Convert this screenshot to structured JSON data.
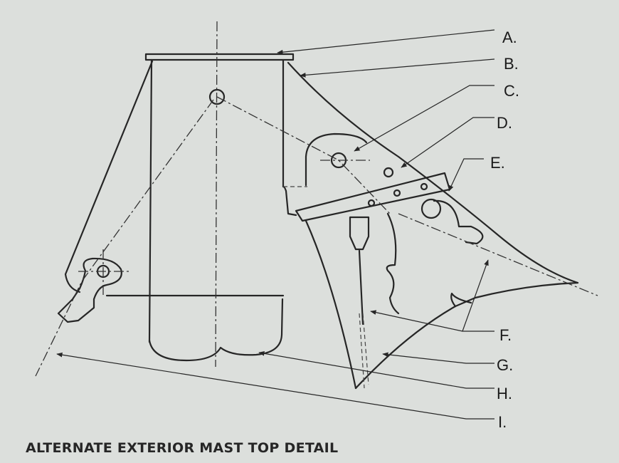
{
  "caption": "ALTERNATE EXTERIOR MAST TOP DETAIL",
  "callouts": [
    {
      "id": "A",
      "text": "A."
    },
    {
      "id": "B",
      "text": "B."
    },
    {
      "id": "C",
      "text": "C."
    },
    {
      "id": "D",
      "text": "D."
    },
    {
      "id": "E",
      "text": "E."
    },
    {
      "id": "F",
      "text": "F."
    },
    {
      "id": "G",
      "text": "G."
    },
    {
      "id": "H",
      "text": "H."
    },
    {
      "id": "I",
      "text": "I."
    }
  ],
  "colors": {
    "background": "#dcdfdc",
    "ink": "#262626",
    "label": "#1a1a1a"
  }
}
